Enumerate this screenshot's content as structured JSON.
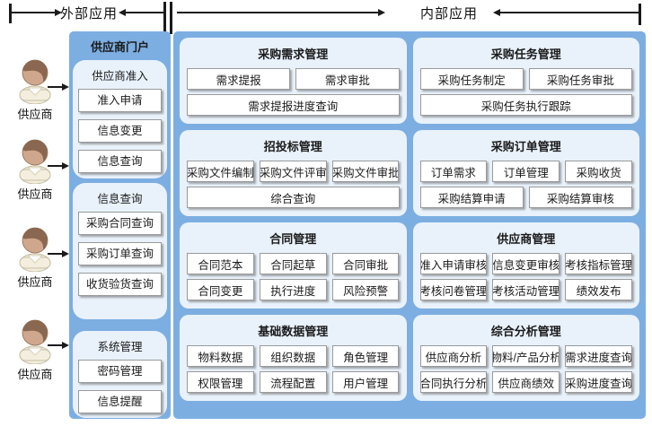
{
  "header": {
    "external_label": "外部应用",
    "internal_label": "内部应用"
  },
  "actors": {
    "label": "供应商"
  },
  "portal": {
    "title": "供应商门户",
    "sections": [
      {
        "title": "供应商准入",
        "buttons": [
          "准入申请",
          "信息变更",
          "信息查询"
        ]
      },
      {
        "title": "信息查询",
        "buttons": [
          "采购合同查询",
          "采购订单查询",
          "收货验货查询"
        ]
      },
      {
        "title": "系统管理",
        "buttons": [
          "密码管理",
          "信息提醒"
        ]
      }
    ]
  },
  "main": {
    "modules": [
      {
        "title": "采购需求管理",
        "rows": [
          [
            "需求提报",
            "需求审批"
          ],
          [
            "需求提报进度查询"
          ]
        ]
      },
      {
        "title": "采购任务管理",
        "rows": [
          [
            "采购任务制定",
            "采购任务审批"
          ],
          [
            "采购任务执行跟踪"
          ]
        ]
      },
      {
        "title": "招投标管理",
        "rows": [
          [
            "采购文件编制",
            "采购文件评审",
            "采购文件审批"
          ],
          [
            "综合查询"
          ]
        ]
      },
      {
        "title": "采购订单管理",
        "rows": [
          [
            "订单需求",
            "订单管理",
            "采购收货"
          ],
          [
            "采购结算申请",
            "采购结算审核"
          ]
        ]
      },
      {
        "title": "合同管理",
        "rows": [
          [
            "合同范本",
            "合同起草",
            "合同审批"
          ],
          [
            "合同变更",
            "执行进度",
            "风险预警"
          ]
        ]
      },
      {
        "title": "供应商管理",
        "rows": [
          [
            "准入申请审核",
            "信息变更审核",
            "考核指标管理"
          ],
          [
            "考核问卷管理",
            "考核活动管理",
            "绩效发布"
          ]
        ]
      },
      {
        "title": "基础数据管理",
        "rows": [
          [
            "物料数据",
            "组织数据",
            "角色管理"
          ],
          [
            "权限管理",
            "流程配置",
            "用户管理"
          ]
        ]
      },
      {
        "title": "综合分析管理",
        "rows": [
          [
            "供应商分析",
            "物料/产品分析",
            "需求进度查询"
          ],
          [
            "合同执行分析",
            "供应商绩效",
            "采购进度查询"
          ]
        ]
      }
    ]
  },
  "colors": {
    "container_blue": "#7caee2",
    "panel_light": "#e9f2fb",
    "button_border": "#9a9a9a",
    "line_black": "#1a1a1a"
  }
}
